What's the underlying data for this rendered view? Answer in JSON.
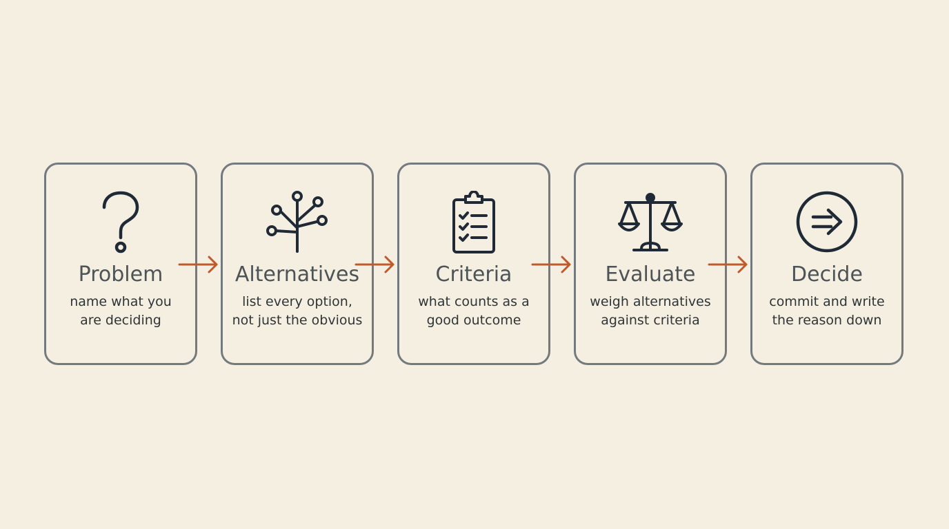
{
  "colors": {
    "background": "#f4efe1",
    "card_border": "#727a7f",
    "icon_stroke": "#1f2a36",
    "arrow": "#c05a2a"
  },
  "steps": [
    {
      "title": "Problem",
      "desc": [
        "name what you",
        "are deciding"
      ],
      "icon": "question-mark-icon"
    },
    {
      "title": "Alternatives",
      "desc": [
        "list every option,",
        "not just the obvious"
      ],
      "icon": "branching-tree-icon"
    },
    {
      "title": "Criteria",
      "desc": [
        "what counts as a",
        "good outcome"
      ],
      "icon": "clipboard-checklist-icon"
    },
    {
      "title": "Evaluate",
      "desc": [
        "weigh alternatives",
        "against criteria"
      ],
      "icon": "balance-scale-icon"
    },
    {
      "title": "Decide",
      "desc": [
        "commit and write",
        "the reason down"
      ],
      "icon": "arrow-circle-icon"
    }
  ]
}
